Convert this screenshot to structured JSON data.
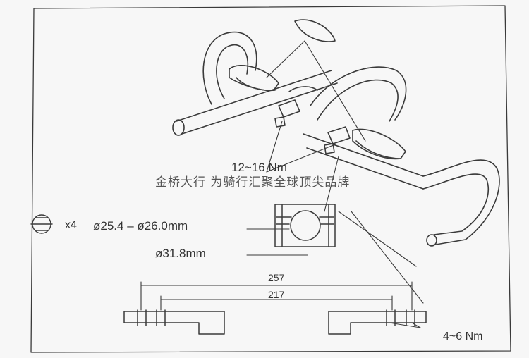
{
  "watermark": "金桥大行 为骑行汇聚全球顶尖品牌",
  "labels": {
    "torque_upper": "12~16 Nm",
    "torque_lower": "4~6 Nm",
    "count": "x4",
    "diameter_small": "ø25.4 – ø26.0mm",
    "diameter_large": "ø31.8mm",
    "dim_outer": "257",
    "dim_inner": "217"
  },
  "colors": {
    "line": "#3a3a3a",
    "background": "#f7f7f7"
  }
}
